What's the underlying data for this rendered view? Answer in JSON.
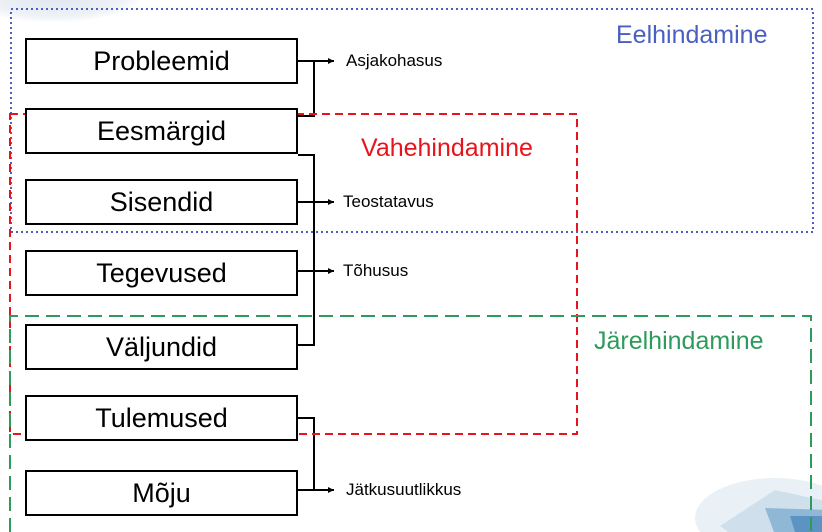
{
  "diagram": {
    "boxes": [
      {
        "label": "Probleemid"
      },
      {
        "label": "Eesmärgid"
      },
      {
        "label": "Sisendid"
      },
      {
        "label": "Tegevused"
      },
      {
        "label": "Väljundid"
      },
      {
        "label": "Tulemused"
      },
      {
        "label": "Mõju"
      }
    ],
    "criteria": [
      {
        "label": "Asjakohasus"
      },
      {
        "label": "Teostatavus"
      },
      {
        "label": "Tõhusus"
      },
      {
        "label": "Jätkusuutlikkus"
      }
    ],
    "phases": [
      {
        "label": "Eelhindamine",
        "color": "#4a5fc1",
        "line_style": "dotted"
      },
      {
        "label": "Vahehindamine",
        "color": "#e8141b",
        "line_style": "dashed"
      },
      {
        "label": "Järelhindamine",
        "color": "#2e9a5c",
        "line_style": "dashed"
      }
    ]
  }
}
